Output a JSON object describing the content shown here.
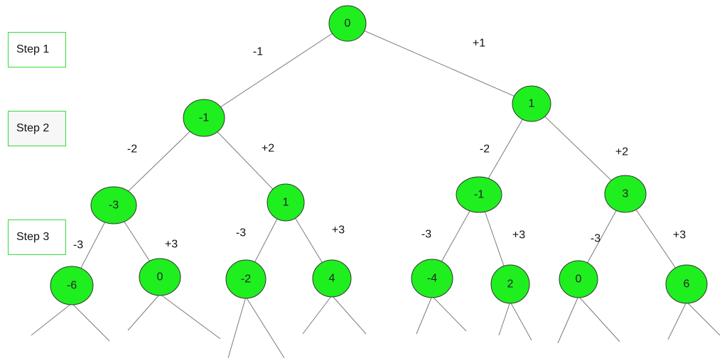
{
  "steps": [
    {
      "id": "step-1",
      "label": "Step 1"
    },
    {
      "id": "step-2",
      "label": "Step 2"
    },
    {
      "id": "step-3",
      "label": "Step 3"
    }
  ],
  "colors": {
    "node_fill": "#1fef1f",
    "step_border": "#33dd33"
  },
  "tree": {
    "nodes": [
      {
        "id": "n0",
        "value": "0"
      },
      {
        "id": "nL",
        "value": "-1"
      },
      {
        "id": "nR",
        "value": "1"
      },
      {
        "id": "nLL",
        "value": "-3"
      },
      {
        "id": "nLR",
        "value": "1"
      },
      {
        "id": "nRL",
        "value": "-1"
      },
      {
        "id": "nRR",
        "value": "3"
      },
      {
        "id": "nLLL",
        "value": "-6"
      },
      {
        "id": "nLLR",
        "value": "0"
      },
      {
        "id": "nLRL",
        "value": "-2"
      },
      {
        "id": "nLRR",
        "value": "4"
      },
      {
        "id": "nRLL",
        "value": "-4"
      },
      {
        "id": "nRLR",
        "value": "2"
      },
      {
        "id": "nRRL",
        "value": "0"
      },
      {
        "id": "nRRR",
        "value": "6"
      }
    ],
    "edges": [
      {
        "from": "n0",
        "to": "nL",
        "label": "-1"
      },
      {
        "from": "n0",
        "to": "nR",
        "label": "+1"
      },
      {
        "from": "nL",
        "to": "nLL",
        "label": "-2"
      },
      {
        "from": "nL",
        "to": "nLR",
        "label": "+2"
      },
      {
        "from": "nR",
        "to": "nRL",
        "label": "-2"
      },
      {
        "from": "nR",
        "to": "nRR",
        "label": "+2"
      },
      {
        "from": "nLL",
        "to": "nLLL",
        "label": "-3"
      },
      {
        "from": "nLL",
        "to": "nLLR",
        "label": "+3"
      },
      {
        "from": "nLR",
        "to": "nLRL",
        "label": "-3"
      },
      {
        "from": "nLR",
        "to": "nLRR",
        "label": "+3"
      },
      {
        "from": "nRL",
        "to": "nRLL",
        "label": "-3"
      },
      {
        "from": "nRL",
        "to": "nRLR",
        "label": "+3"
      },
      {
        "from": "nRR",
        "to": "nRRL",
        "label": "-3"
      },
      {
        "from": "nRR",
        "to": "nRRR",
        "label": "+3"
      }
    ]
  }
}
